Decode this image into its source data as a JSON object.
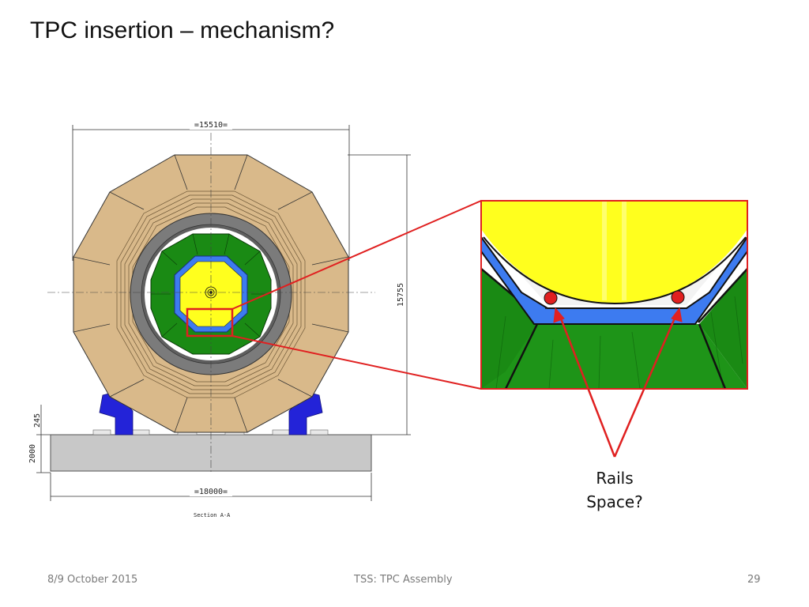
{
  "slide": {
    "title": "TPC insertion – mechanism?"
  },
  "drawing": {
    "width_label": "=15510=",
    "height_label": "15755",
    "base_width_label": "=18000=",
    "left_dim_upper": "245",
    "left_dim_lower": "2000",
    "section_label": "Section A-A"
  },
  "callout": {
    "line1": "Rails",
    "line2": "Space?"
  },
  "footer": {
    "date": "8/9 October 2015",
    "center": "TSS: TPC Assembly",
    "page": "29"
  },
  "colors": {
    "magnet_tan": "#D9B98A",
    "yoke_grey": "#7B7B7B",
    "calorimeter_green": "#1A8A14",
    "tpc_yellow": "#FFFF1E",
    "support_blue": "#3D7BF0",
    "foot_blue": "#2323D8",
    "highlight_red": "#E02020",
    "base_grey": "#C8C8C8"
  }
}
